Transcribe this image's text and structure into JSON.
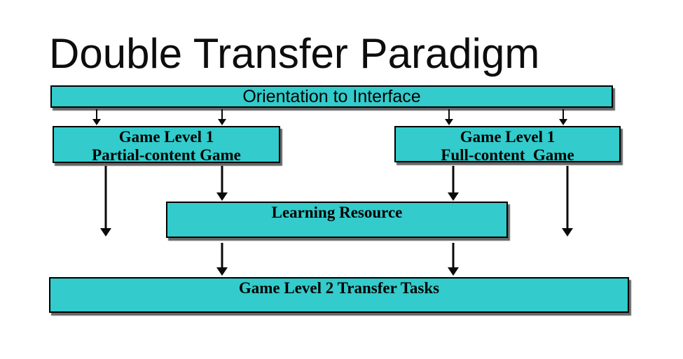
{
  "slide": {
    "title": "Double Transfer Paradigm",
    "boxes": {
      "orientation": {
        "label": "Orientation to Interface"
      },
      "partial": {
        "label": "Game Level 1\nPartial-content Game"
      },
      "full": {
        "label": "Game Level 1\nFull-content  Game"
      },
      "resource": {
        "label": "Learning Resource"
      },
      "transfer": {
        "label": "Game Level 2 Transfer Tasks"
      }
    },
    "connectors": {
      "direction": "down",
      "count": 10
    },
    "colors": {
      "background": "#FFFFFF",
      "box_fill": "#33CBCB",
      "box_border": "#000000",
      "box_shadow": "#4B4B4B",
      "arrow": "#0A0A0A",
      "text": "#000000",
      "title_text": "#0D0D0D"
    }
  }
}
